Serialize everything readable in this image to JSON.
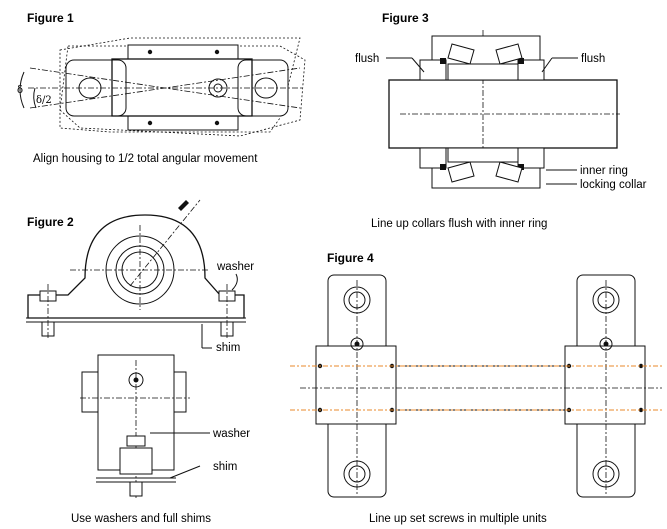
{
  "figures": {
    "fig1": {
      "title": "Figure 1",
      "caption": "Align housing to 1/2 total angular movement",
      "delta": "δ",
      "half_delta": "δ/2"
    },
    "fig2": {
      "title": "Figure 2",
      "caption": "Use washers and full shims",
      "washer_top": "washer",
      "shim_top": "shim",
      "washer_bottom": "washer",
      "shim_bottom": "shim"
    },
    "fig3": {
      "title": "Figure 3",
      "caption": "Line up collars flush with inner ring",
      "flush_left": "flush",
      "flush_right": "flush",
      "inner_ring": "inner ring",
      "locking_collar": "locking collar"
    },
    "fig4": {
      "title": "Figure 4",
      "caption": "Line up set screws in multiple units"
    }
  },
  "colors": {
    "line": "#111111",
    "alignment_line": "#e8892b",
    "background": "#ffffff"
  }
}
